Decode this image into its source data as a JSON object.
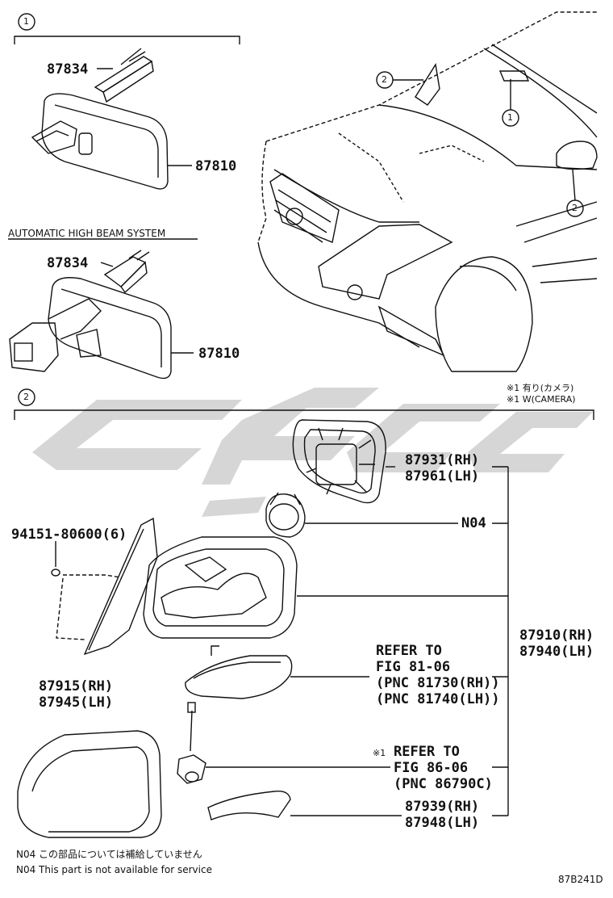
{
  "sections": {
    "one": "1",
    "two": "2",
    "callout_vehicle_a": "2",
    "callout_vehicle_b": "1",
    "callout_vehicle_c": "2"
  },
  "section1": {
    "part_top_clip": "87834",
    "part_top_mirror": "87810",
    "subheading": "AUTOMATIC HIGH BEAM SYSTEM",
    "part_bottom_clip": "87834",
    "part_bottom_mirror": "87810"
  },
  "legend": {
    "line1": "※1 有り(カメラ)",
    "line2": "※1 W(CAMERA)"
  },
  "section2": {
    "glass_rh": "87931(RH)",
    "glass_lh": "87961(LH)",
    "motor": "N04",
    "screw": "94151-80600(6)",
    "assy_rh": "87910(RH)",
    "assy_lh": "87940(LH)",
    "refer1_l1": "REFER TO",
    "refer1_l2": "FIG 81-06",
    "refer1_l3": "(PNC 81730(RH))",
    "refer1_l4": "(PNC 81740(LH))",
    "cover_rh": "87915(RH)",
    "cover_lh": "87945(LH)",
    "refer2_mark": "※1",
    "refer2_l1": "REFER TO",
    "refer2_l2": "FIG 86-06",
    "refer2_l3": "(PNC 86790C)",
    "trim_rh": "87939(RH)",
    "trim_lh": "87948(LH)"
  },
  "footnotes": {
    "jp": "N04 この部品については補給していません",
    "en": "N04 This part is not available for service"
  },
  "figure_code": "87B241D",
  "colors": {
    "line": "#111111",
    "watermark": "#d9d9d9"
  }
}
